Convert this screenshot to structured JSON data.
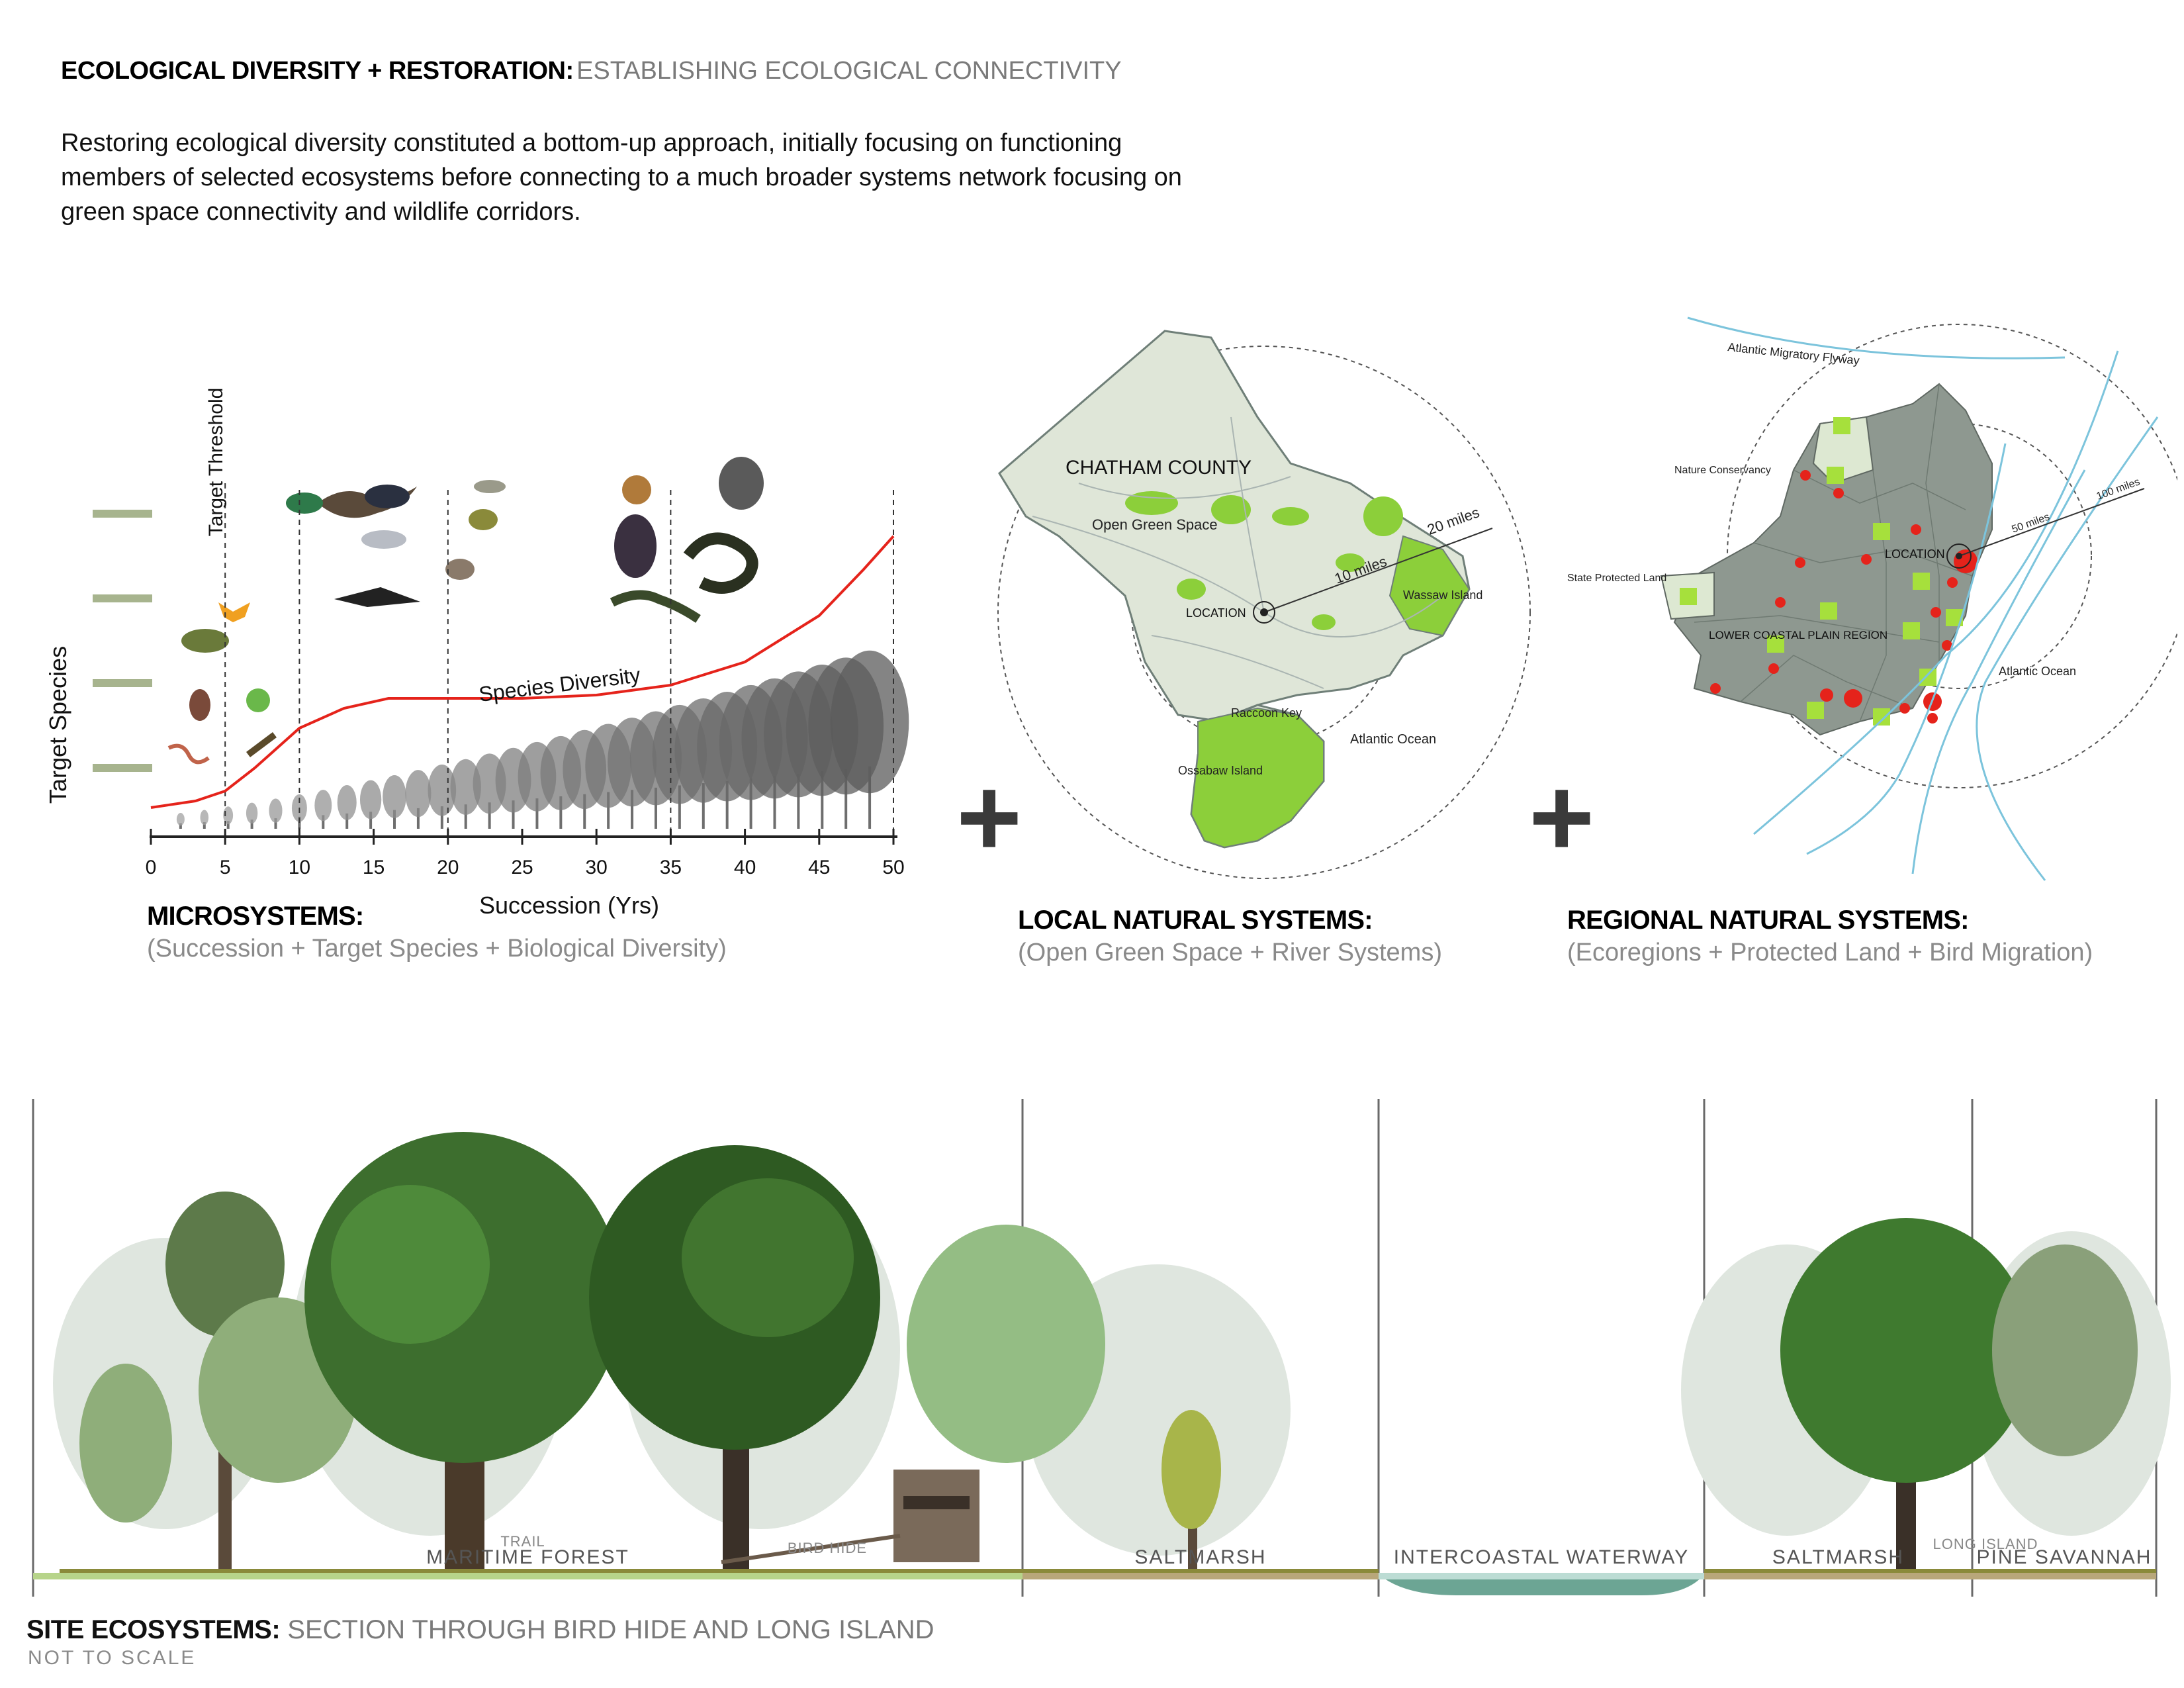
{
  "header": {
    "title_bold": "ECOLOGICAL DIVERSITY + RESTORATION:",
    "title_light": "ESTABLISHING ECOLOGICAL CONNECTIVITY",
    "intro_lines": [
      "Restoring ecological diversity constituted a bottom-up approach, initially focusing on functioning",
      "members of selected ecosystems before connecting to a much broader systems network focusing on",
      "green space connectivity and wildlife corridors."
    ]
  },
  "micro": {
    "heading": "MICROSYSTEMS:",
    "subheading": "(Succession + Target Species + Biological Diversity)",
    "ylabel": "Target Species",
    "xlabel": "Succession (Yrs)",
    "threshold_label": "Target Threshold",
    "curve_label": "Species Diversity"
  },
  "chart_data": {
    "type": "line",
    "title": "",
    "xlabel": "Succession (Yrs)",
    "ylabel": "Target Species",
    "x_ticks": [
      "0",
      "5",
      "10",
      "15",
      "20",
      "25",
      "30",
      "35",
      "40",
      "45",
      "50"
    ],
    "xlim": [
      0,
      50
    ],
    "ylim": [
      0,
      1
    ],
    "threshold_lines_x": [
      5,
      10,
      20,
      35,
      50
    ],
    "series": [
      {
        "name": "Species Diversity",
        "x": [
          0,
          3,
          5,
          7,
          10,
          13,
          16,
          20,
          25,
          30,
          35,
          40,
          45,
          48,
          50
        ],
        "y": [
          0.0,
          0.02,
          0.05,
          0.12,
          0.24,
          0.3,
          0.33,
          0.33,
          0.33,
          0.34,
          0.37,
          0.44,
          0.58,
          0.72,
          0.82
        ]
      }
    ],
    "species_level_marks": 4
  },
  "local": {
    "heading": "LOCAL NATURAL SYSTEMS:",
    "subheading": "(Open Green Space + River Systems)",
    "labels": {
      "county": "CHATHAM COUNTY",
      "green": "Open Green Space",
      "location": "LOCATION",
      "ten": "10 miles",
      "twenty": "20 miles",
      "wassaw": "Wassaw Island",
      "raccoon": "Raccoon Key",
      "ossabaw": "Ossabaw Island",
      "ocean": "Atlantic Ocean"
    }
  },
  "regional": {
    "heading": "REGIONAL NATURAL SYSTEMS:",
    "subheading": "(Ecoregions + Protected Land + Bird Migration)",
    "labels": {
      "flyway": "Atlantic Migratory Flyway",
      "nature": "Nature Conservancy",
      "state": "State Protected Land",
      "location": "LOCATION",
      "fifty": "50 miles",
      "hundred": "100 miles",
      "region": "LOWER COASTAL PLAIN REGION",
      "ocean": "Atlantic Ocean"
    }
  },
  "section": {
    "segments": [
      {
        "label": "MARITIME FOREST",
        "color": "#b7d48a"
      },
      {
        "label": "SALTMARSH",
        "color": "#b8a77a"
      },
      {
        "label": "INTERCOASTAL WATERWAY",
        "color": "#bcdcd4"
      },
      {
        "label": "SALTMARSH",
        "color": "#b8a77a"
      },
      {
        "label": "PINE SAVANNAH",
        "color": "#b8a77a"
      }
    ],
    "trail": "TRAIL",
    "bird_hide": "BIRD HIDE",
    "long_island": "LONG ISLAND",
    "footer_bold": "SITE ECOSYSTEMS:",
    "footer_light": "SECTION THROUGH BIRD HIDE AND LONG ISLAND",
    "footer_note": "NOT TO SCALE"
  },
  "colors": {
    "curve": "#e5231b",
    "green_space": "#8ccf3a",
    "protected": "#a6e03c",
    "ecoregion": "#8e9890",
    "flyway": "#7cc4dc",
    "sites": "#e5231b",
    "species_marks": "#a7b48e"
  }
}
